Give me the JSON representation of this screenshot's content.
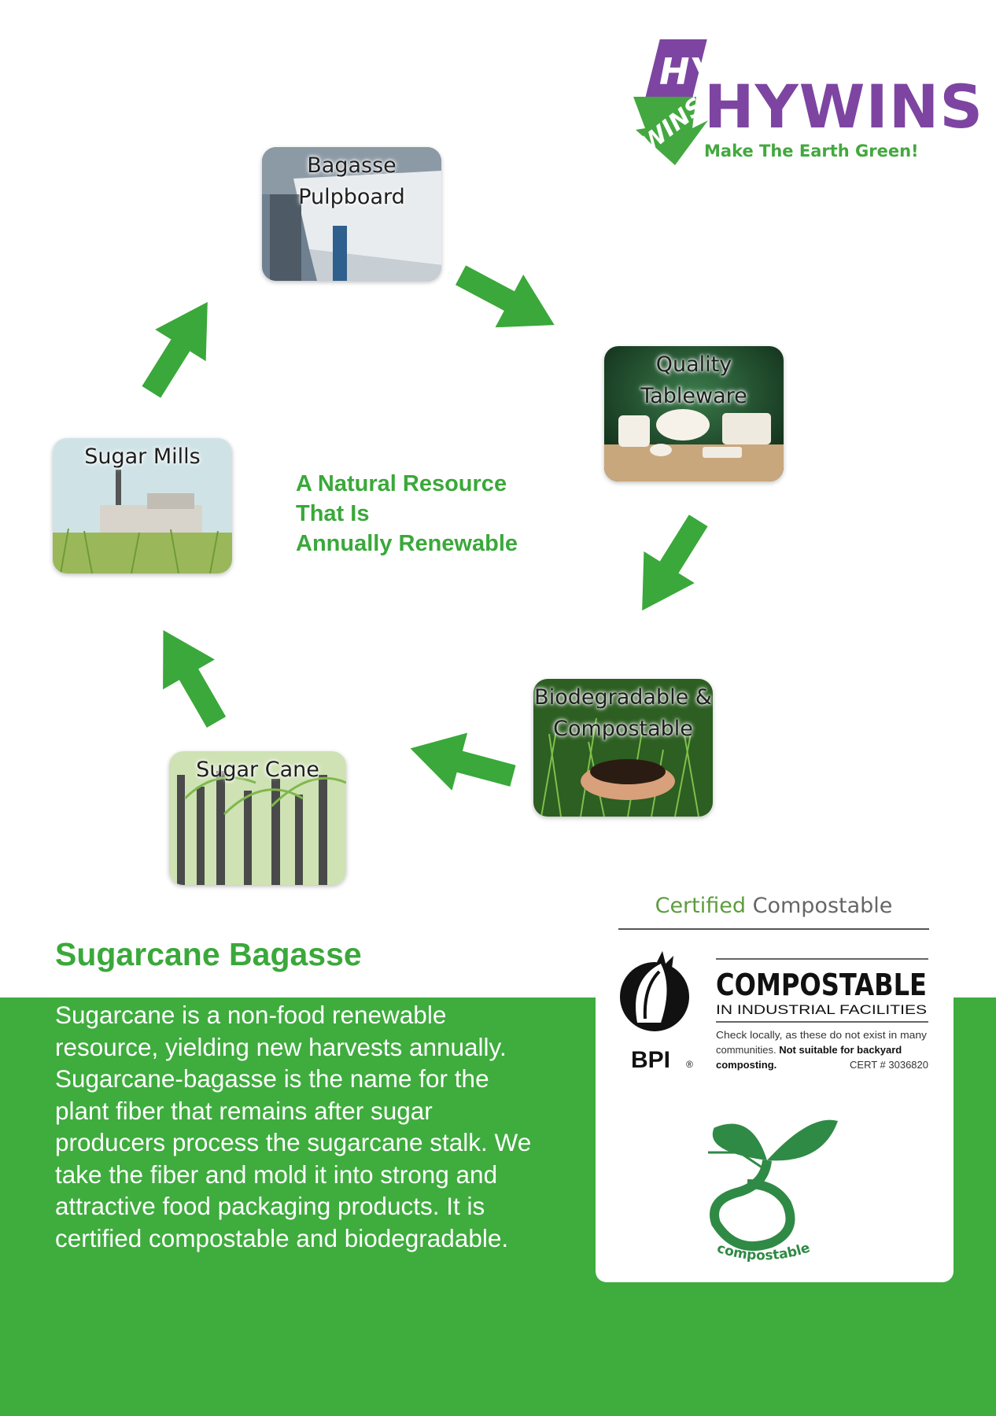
{
  "brand": {
    "logo_mark_top": "HY",
    "logo_mark_bottom": "WINS",
    "name": "HYWINS",
    "tagline": "Make The Earth Green!",
    "colors": {
      "purple": "#7d45a1",
      "green": "#43a83f"
    }
  },
  "cycle": {
    "center_lines": [
      "A Natural Resource",
      "That Is",
      "Annually Renewable"
    ],
    "steps": [
      {
        "lines": [
          "Bagasse",
          "Pulpboard"
        ]
      },
      {
        "lines": [
          "Quality",
          "Tableware"
        ]
      },
      {
        "lines": [
          "Biodegradable &",
          "Compostable"
        ]
      },
      {
        "lines": [
          "Sugar Cane"
        ]
      },
      {
        "lines": [
          "Sugar Mills"
        ]
      }
    ],
    "arrow_color": "#3aa83a"
  },
  "section": {
    "title": "Sugarcane Bagasse",
    "body": "Sugarcane is a non-food renewable resource, yielding new harvests annually. Sugarcane-bagasse is the name for the plant fiber that remains after sugar producers process the sugarcane stalk. We take the fiber and mold it into strong and attractive food packaging products. It is certified compostable and biodegradable.",
    "band_color": "#3fac3e"
  },
  "certification": {
    "heading_word1": "Certified",
    "heading_word2": "Compostable",
    "bpi": {
      "mark": "BPI",
      "registered": "®",
      "title": "COMPOSTABLE",
      "subtitle": "IN INDUSTRIAL FACILITIES",
      "note_line1": "Check locally, as these do not exist in many",
      "note_line2_plain": "communities. ",
      "note_line2_bold": "Not suitable for backyard",
      "note_line3_bold": "composting.",
      "cert_number": "CERT # 3036820"
    },
    "seedling_label": "compostable"
  }
}
